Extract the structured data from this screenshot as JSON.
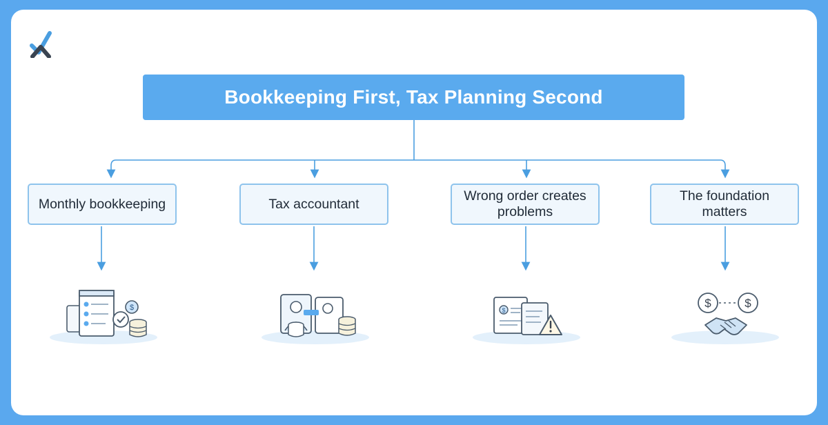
{
  "title": "Bookkeeping First, Tax Planning Second",
  "logo_icon": "check-x-logo-icon",
  "colors": {
    "background": "#5aa8ee",
    "title_fill": "#5aaaee",
    "node_border": "#8ec3ec",
    "node_fill": "#f0f7fd",
    "connector": "#4a9ee0"
  },
  "nodes": [
    {
      "label": "Monthly bookkeeping",
      "icon": "bookkeeping-documents-icon"
    },
    {
      "label": "Tax accountant",
      "icon": "accountant-meeting-icon"
    },
    {
      "label": "Wrong order creates problems",
      "icon": "warning-documents-icon"
    },
    {
      "label": "The foundation matters",
      "icon": "handshake-dollar-icon"
    }
  ]
}
